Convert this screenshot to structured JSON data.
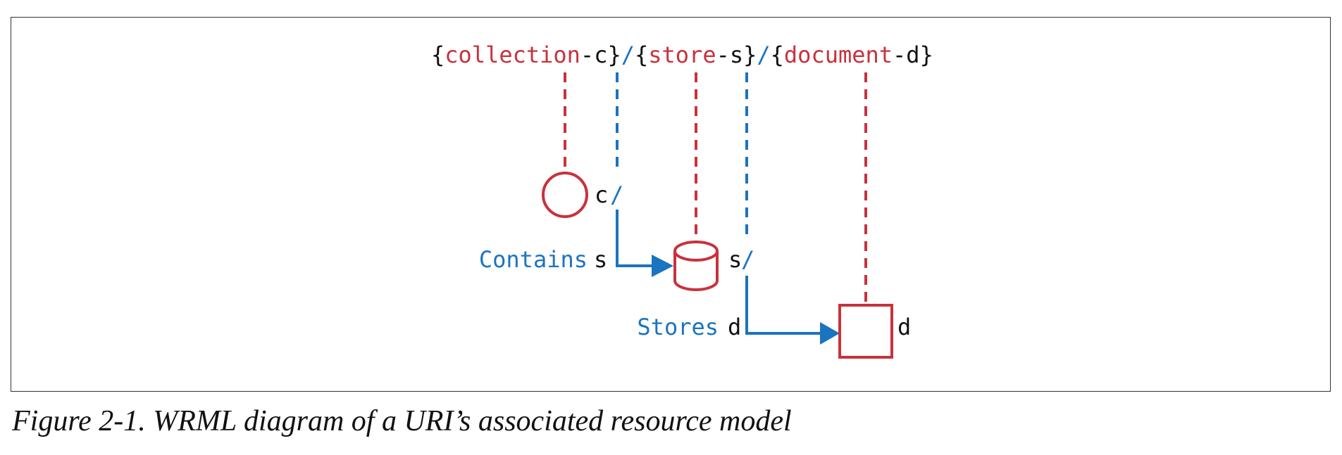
{
  "diagram": {
    "uri_template": [
      {
        "text": "{",
        "role": "brace"
      },
      {
        "text": "collection",
        "role": "name"
      },
      {
        "text": "-c",
        "role": "var"
      },
      {
        "text": "}",
        "role": "brace"
      },
      {
        "text": "/",
        "role": "slash"
      },
      {
        "text": "{",
        "role": "brace"
      },
      {
        "text": "store",
        "role": "name"
      },
      {
        "text": "-s",
        "role": "var"
      },
      {
        "text": "}",
        "role": "brace"
      },
      {
        "text": "/",
        "role": "slash"
      },
      {
        "text": "{",
        "role": "brace"
      },
      {
        "text": "document",
        "role": "name"
      },
      {
        "text": "-d",
        "role": "var"
      },
      {
        "text": "}",
        "role": "brace"
      }
    ],
    "collection_node": {
      "label": "c",
      "slash": "/"
    },
    "store_node": {
      "label": "s",
      "slash": "/"
    },
    "document_node": {
      "label": "d"
    },
    "contains_link": {
      "label": "Contains",
      "var": "s"
    },
    "stores_link": {
      "label": "Stores",
      "var": "d"
    },
    "colors": {
      "resource": "#c8323c",
      "link": "#1a74c0",
      "text": "#111111"
    }
  },
  "caption": "Figure 2-1. WRML diagram of a URI’s associated resource model"
}
